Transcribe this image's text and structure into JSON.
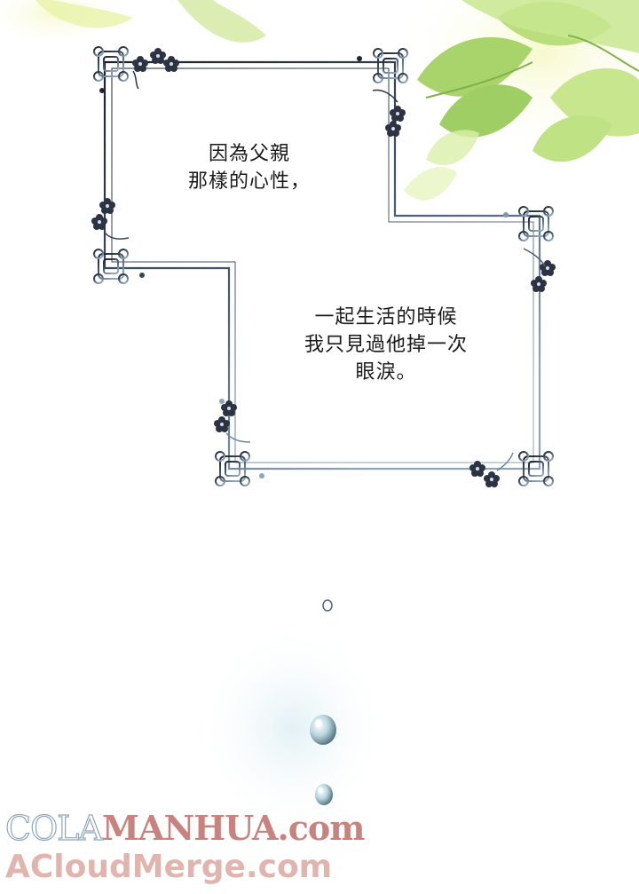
{
  "panel": {
    "caption_top": {
      "lines": [
        "因為父親",
        "那樣的心性，"
      ]
    },
    "caption_bottom": {
      "lines": [
        "一起生活的時候",
        "我只見過他掉一次",
        "眼淚。"
      ]
    }
  },
  "watermark": {
    "line1_part1": "COLA",
    "line1_part2": "MANHUA.com",
    "line2": "ACloudMerge.com"
  },
  "colors": {
    "frame_dark": "#1f2430",
    "frame_light": "#7f95ab",
    "leaf_green": "#9ed36a",
    "leaf_yellow": "#e8f3a0",
    "watermark_pink": "#c9837e"
  },
  "icons": [
    "plum-blossom-icon",
    "knot-ornament-icon",
    "water-droplet-icon"
  ]
}
